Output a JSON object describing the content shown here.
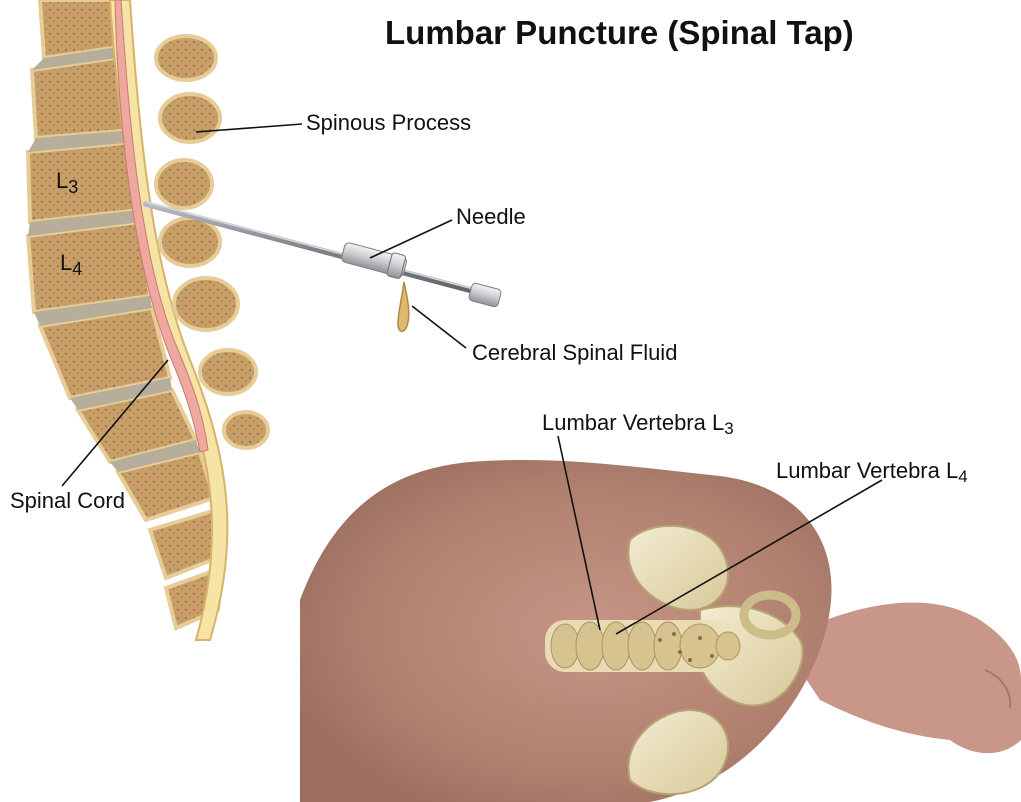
{
  "title": "Lumbar Puncture (Spinal Tap)",
  "labels": {
    "spinous_process": "Spinous Process",
    "needle": "Needle",
    "csf": "Cerebral Spinal Fluid",
    "spinal_cord": "Spinal Cord",
    "lumbar_l3_text": "Lumbar Vertebra L",
    "lumbar_l3_sub": "3",
    "lumbar_l4_text": "Lumbar Vertebra L",
    "lumbar_l4_sub": "4"
  },
  "vertebra_labels": {
    "l3_letter": "L",
    "l3_sub": "3",
    "l4_letter": "L",
    "l4_sub": "4"
  }
}
